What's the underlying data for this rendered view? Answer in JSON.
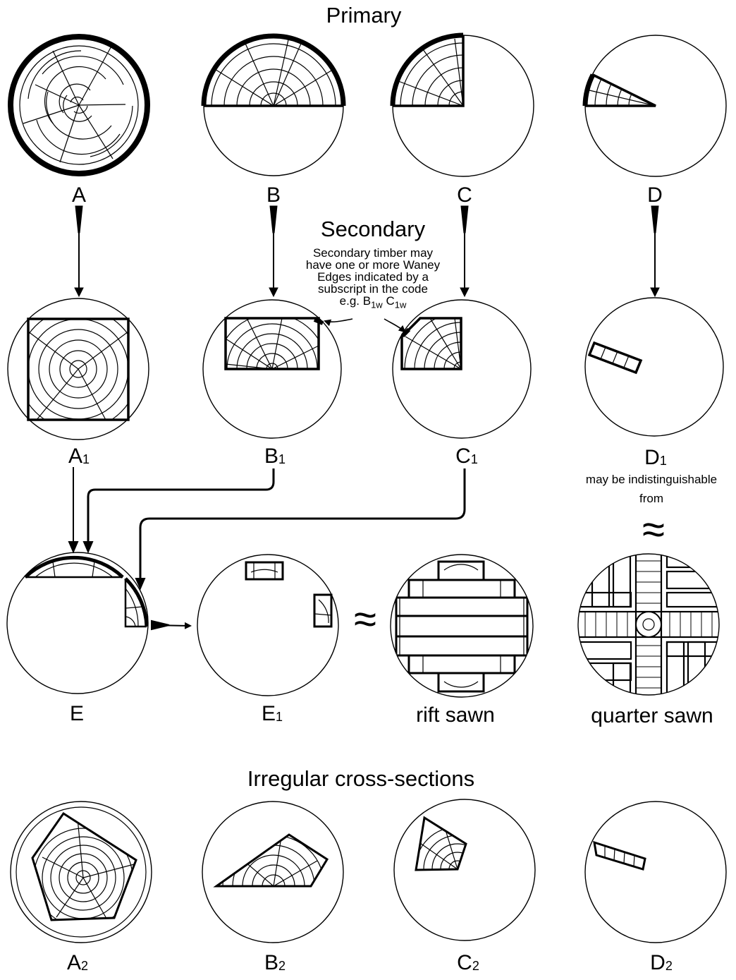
{
  "headings": {
    "primary": "Primary",
    "secondary": "Secondary",
    "irregular": "Irregular cross-sections"
  },
  "labels": {
    "A": "A",
    "B": "B",
    "C": "C",
    "D": "D",
    "A1": "A",
    "B1": "B",
    "C1": "C",
    "D1": "D",
    "E": "E",
    "E1": "E",
    "A2": "A",
    "B2": "B",
    "C2": "C",
    "D2": "D",
    "sub1": "1",
    "sub2": "2",
    "rift": "rift sawn",
    "quarter": "quarter sawn"
  },
  "note": {
    "line1": "Secondary timber may",
    "line2": "have one or more Waney",
    "line3": "Edges indicated by a",
    "line4": "subscript in the code",
    "eg": "e.g.",
    "b1w": "B",
    "c1w": "C",
    "sub1w": "1w"
  },
  "d1_note": {
    "line1": "may be indistinguishable",
    "line2": "from"
  },
  "approx_symbol": "≈"
}
